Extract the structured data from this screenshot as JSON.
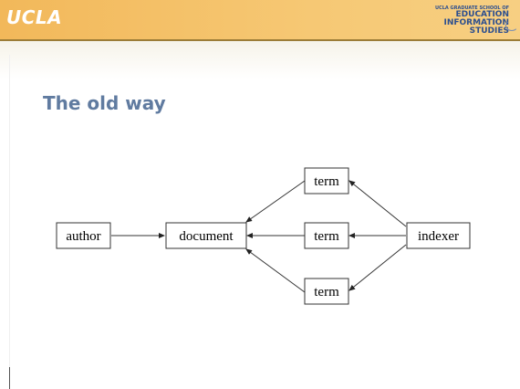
{
  "header": {
    "logo": "UCLA",
    "school_line": "UCLA GRADUATE SCHOOL OF",
    "school_name_1": "EDUCATION",
    "school_name_2": "INFORMATION",
    "school_name_3": "STUDIES"
  },
  "slide": {
    "title": "The old way"
  },
  "diagram": {
    "nodes": {
      "author": "author",
      "document": "document",
      "term_top": "term",
      "term_mid": "term",
      "term_bottom": "term",
      "indexer": "indexer"
    },
    "edges": [
      [
        "author",
        "document"
      ],
      [
        "term_top",
        "document"
      ],
      [
        "term_mid",
        "document"
      ],
      [
        "term_bottom",
        "document"
      ],
      [
        "indexer",
        "term_top"
      ],
      [
        "indexer",
        "term_mid"
      ],
      [
        "indexer",
        "term_bottom"
      ]
    ]
  }
}
